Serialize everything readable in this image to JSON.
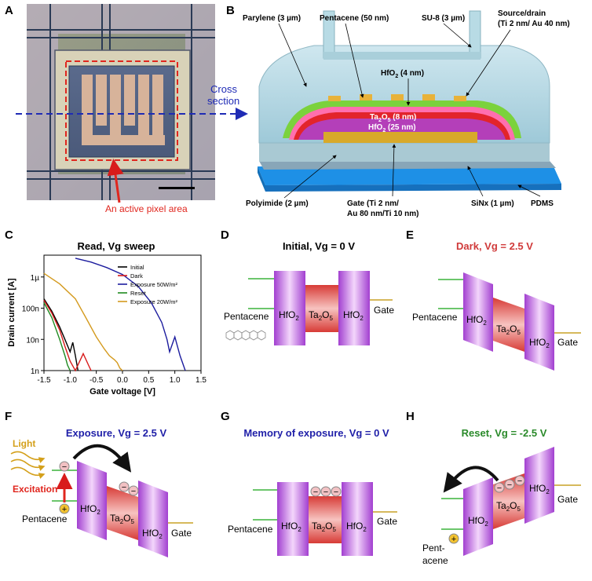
{
  "panels": {
    "A": {
      "letter": "A",
      "cross_section_label_1": "Cross",
      "cross_section_label_2": "section",
      "active_area_label": "An active pixel area"
    },
    "B": {
      "letter": "B",
      "parylene": "Parylene (3 µm)",
      "pentacene": "Pentacene (50 nm)",
      "su8": "SU-8 (3 µm)",
      "source_drain_1": "Source/drain",
      "source_drain_2": "(Ti 2 nm/ Au 40 nm)",
      "hfo2_top": "HfO",
      "hfo2_top_sub": "2",
      "hfo2_top_rest": " (4 nm)",
      "ta2o5_a": "Ta",
      "ta2o5_s1": "2",
      "ta2o5_b": "O",
      "ta2o5_s2": "5",
      "ta2o5_rest": " (8 nm)",
      "hfo2_bot": "HfO",
      "hfo2_bot_sub": "2",
      "hfo2_bot_rest": " (25 nm)",
      "polyimide": "Polyimide (2 µm)",
      "gate_1": "Gate (Ti 2 nm/",
      "gate_2": "Au 80 nm/Ti 10 nm)",
      "sinx": "SiNx (1 µm)",
      "pdms": "PDMS"
    },
    "C": {
      "letter": "C",
      "title": "Read, Vg sweep",
      "xlabel": "Gate voltage [V]",
      "ylabel": "Drain current [A]"
    },
    "D": {
      "letter": "D",
      "title": "Initial, Vg = 0 V",
      "pentacene": "Pentacene",
      "gate": "Gate"
    },
    "E": {
      "letter": "E",
      "title": "Dark, Vg = 2.5 V",
      "pentacene": "Pentacene",
      "gate": "Gate"
    },
    "F": {
      "letter": "F",
      "title": "Exposure, Vg = 2.5 V",
      "light": "Light",
      "excitation": "Excitation",
      "pentacene": "Pentacene",
      "gate": "Gate"
    },
    "G": {
      "letter": "G",
      "title": "Memory of exposure, Vg = 0 V",
      "pentacene": "Pentacene",
      "gate": "Gate"
    },
    "H": {
      "letter": "H",
      "title": "Reset, Vg = -2.5 V",
      "pent1": "Pent-",
      "pent2": "acene",
      "gate": "Gate"
    }
  },
  "band_labels": {
    "hfo2": "HfO",
    "hfo2_sub": "2",
    "ta": "Ta",
    "ta_sub": "2",
    "o": "O",
    "o_sub": "5"
  },
  "colors": {
    "hfo2_purple": "#b24bd8",
    "ta2o5_red": "#e0413d",
    "fermi_green": "#3cb43c",
    "gate_gold": "#c9a227",
    "title_black": "#000000",
    "title_red": "#d03a3a",
    "title_blue": "#1f1fa8",
    "title_green": "#2a8a2a"
  },
  "chart_data": {
    "type": "line",
    "title": "Read, Vg sweep",
    "xlabel": "Gate voltage [V]",
    "ylabel": "Drain current [A]",
    "xlim": [
      -1.5,
      1.5
    ],
    "ylim": [
      1e-09,
      5e-06
    ],
    "yscale": "log",
    "x_ticks": [
      "-1.5",
      "-1.0",
      "-0.5",
      "0.0",
      "0.5",
      "1.0",
      "1.5"
    ],
    "y_ticks": [
      "1µ",
      "100n",
      "10n",
      "1n"
    ],
    "legend_position": "top-right",
    "series": [
      {
        "name": "Initial",
        "color": "#000000",
        "x": [
          -1.5,
          -1.35,
          -1.2,
          -1.1,
          -1.0,
          -0.95,
          -0.9,
          -0.85
        ],
        "y": [
          2e-07,
          8e-08,
          2.5e-08,
          1e-08,
          4e-09,
          8e-09,
          3e-09,
          1e-09
        ]
      },
      {
        "name": "Dark",
        "color": "#d81b1b",
        "x": [
          -1.5,
          -1.35,
          -1.2,
          -1.1,
          -1.0,
          -0.9,
          -0.75,
          -0.65,
          -0.6
        ],
        "y": [
          1.8e-07,
          7e-08,
          2e-08,
          6e-09,
          2e-09,
          1e-09,
          3.5e-09,
          1.5e-09,
          1e-09
        ]
      },
      {
        "name": "Exposure 50W/m²",
        "color": "#1c1c9e",
        "x": [
          -0.9,
          -0.6,
          -0.3,
          0.0,
          0.3,
          0.55,
          0.75,
          0.85,
          0.9,
          1.0,
          1.1,
          1.2
        ],
        "y": [
          4e-06,
          3e-06,
          2e-06,
          1.2e-06,
          5e-07,
          1.5e-07,
          3.5e-08,
          1e-08,
          4e-09,
          1.2e-08,
          3e-09,
          1e-09
        ]
      },
      {
        "name": "Reset",
        "color": "#1f8a1f",
        "x": [
          -1.5,
          -1.35,
          -1.2,
          -1.1,
          -1.05,
          -1.0
        ],
        "y": [
          1.5e-07,
          5e-08,
          1e-08,
          3e-09,
          1.5e-09,
          1e-09
        ]
      },
      {
        "name": "Exposure 20W/m²",
        "color": "#d49a1e",
        "x": [
          -1.5,
          -1.2,
          -0.9,
          -0.7,
          -0.5,
          -0.35,
          -0.25,
          -0.15,
          -0.1,
          -0.05,
          0.0
        ],
        "y": [
          1.3e-06,
          6e-07,
          2e-07,
          5e-08,
          1.2e-08,
          5e-09,
          3e-09,
          2.2e-09,
          1.8e-09,
          1.2e-09,
          1e-09
        ]
      }
    ]
  }
}
